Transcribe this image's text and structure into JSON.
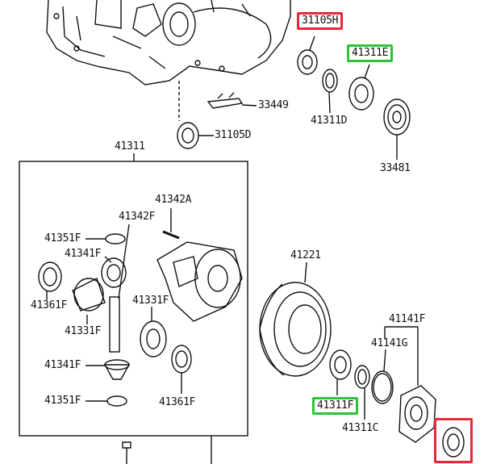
{
  "highlight_colors": {
    "red": "#e8283c",
    "green": "#2fc23a"
  },
  "parts": {
    "p31105H": "31105H",
    "p41311E": "41311E",
    "p33449": "33449",
    "p41311D": "41311D",
    "p31105D": "31105D",
    "p33481": "33481",
    "p41311": "41311",
    "p41342A": "41342A",
    "p41342F": "41342F",
    "p41351F_top": "41351F",
    "p41341F_top": "41341F",
    "p41361F_left": "41361F",
    "p41331F_left": "41331F",
    "p41331F_right": "41331F",
    "p41341F_bottom": "41341F",
    "p41351F_bottom": "41351F",
    "p41361F_bottom": "41361F",
    "p41221": "41221",
    "p41141F": "41141F",
    "p41141G": "41141G",
    "p41311F": "41311F",
    "p41311C": "41311C"
  }
}
